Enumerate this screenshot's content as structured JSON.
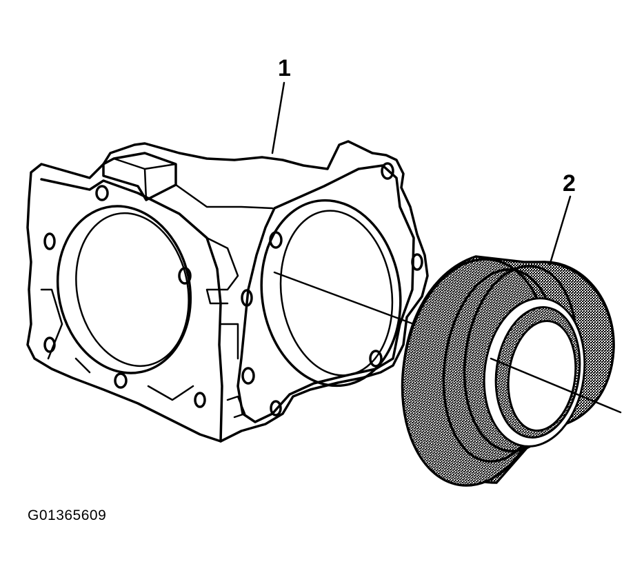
{
  "callouts": [
    {
      "id": "1",
      "label": "1"
    },
    {
      "id": "2",
      "label": "2"
    }
  ],
  "figure_id": "G01365609",
  "colors": {
    "ink": "#000000",
    "background": "#ffffff",
    "seal_fill": "#8a8a8a"
  }
}
